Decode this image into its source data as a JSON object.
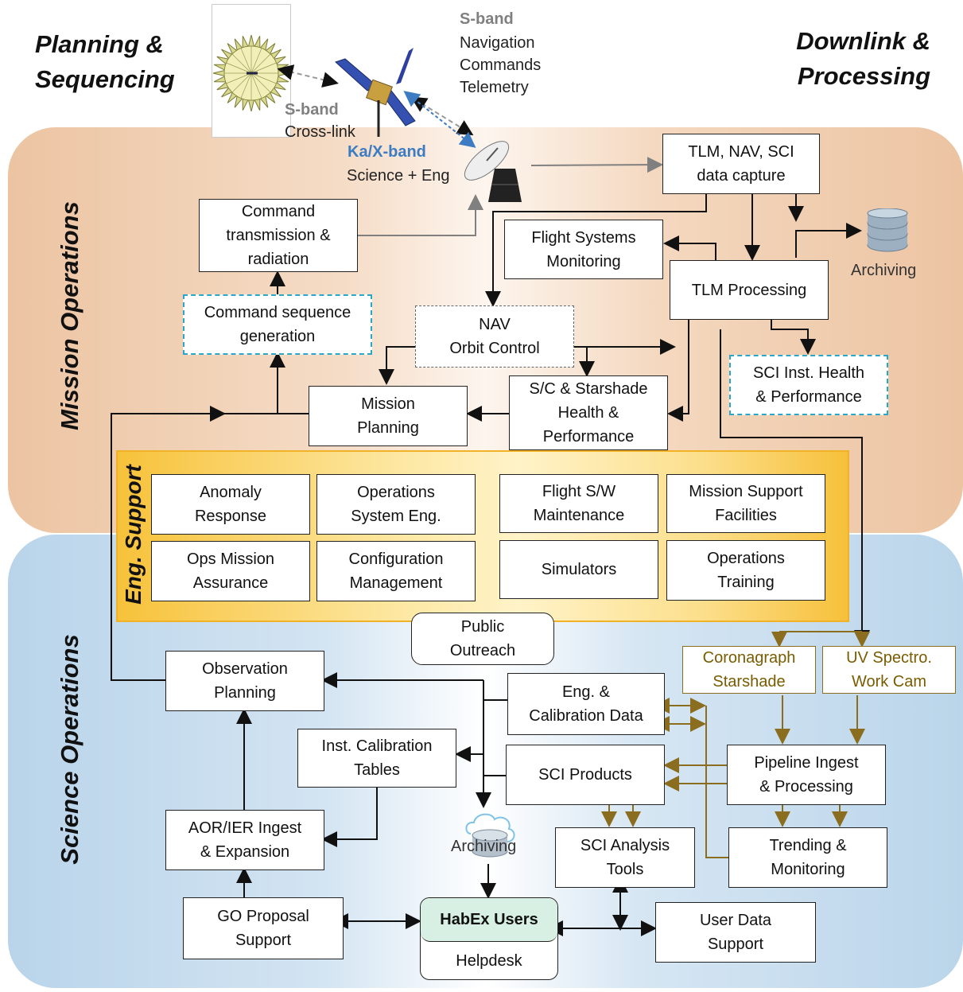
{
  "headings": {
    "planning": "Planning &\nSequencing",
    "downlink": "Downlink &\nProcessing",
    "mission_ops": "Mission Operations",
    "science_ops": "Science Operations",
    "eng_support": "Eng. Support"
  },
  "links": {
    "sband_nav_title": "S-band",
    "sband_nav_lines": "Navigation\nCommands\nTelemetry",
    "crosslink_title": "S-band",
    "crosslink_label": "Cross-link",
    "ka_title": "Ka/X-band",
    "ka_label": "Science + Eng"
  },
  "mission_boxes": {
    "tlm_capture": "TLM, NAV, SCI\ndata capture",
    "command_tx": "Command\ntransmission &\nradiation",
    "flight_sys": "Flight Systems\nMonitoring",
    "archiving_top": "Archiving",
    "tlm_processing": "TLM Processing",
    "cmd_seq": "Command sequence\ngeneration",
    "nav": "NAV\nOrbit Control",
    "sci_health": "SCI Inst. Health\n& Performance",
    "mission_planning": "Mission\nPlanning",
    "sc_health": "S/C & Starshade\nHealth &\nPerformance"
  },
  "eng_boxes": [
    "Anomaly\nResponse",
    "Operations\nSystem Eng.",
    "Flight S/W\nMaintenance",
    "Mission Support\nFacilities",
    "Ops Mission\nAssurance",
    "Configuration\nManagement",
    "Simulators",
    "Operations\nTraining"
  ],
  "science_boxes": {
    "public_outreach": "Public\nOutreach",
    "observation_planning": "Observation\nPlanning",
    "eng_cal": "Eng. &\nCalibration Data",
    "coronagraph": "Coronagraph\nStarshade",
    "uv_spectro": "UV Spectro.\nWork Cam",
    "inst_cal": "Inst. Calibration\nTables",
    "sci_products": "SCI Products",
    "pipeline": "Pipeline Ingest\n& Processing",
    "aor": "AOR/IER Ingest\n&  Expansion",
    "archiving_bottom": "Archiving",
    "sci_analysis": "SCI Analysis\nTools",
    "trending": "Trending &\nMonitoring",
    "go_proposal": "GO Proposal\nSupport",
    "habex_users": "HabEx Users",
    "helpdesk": "Helpdesk",
    "user_data": "User Data\nSupport"
  },
  "colors": {
    "mission_bg": "#ecc4a2",
    "science_bg": "#b9d4ea",
    "eng_bg": "#f7c23a",
    "dashed_border": "#2aa6c8",
    "gold_arrows": "#8a6d1e",
    "ka_text": "#3d7cc2",
    "sband_text": "#808080",
    "habex_fill": "#d7f0e3"
  },
  "icons": [
    "starshade-icon",
    "spacecraft-icon",
    "ground-antenna-icon",
    "database-icon",
    "cloud-database-icon"
  ]
}
